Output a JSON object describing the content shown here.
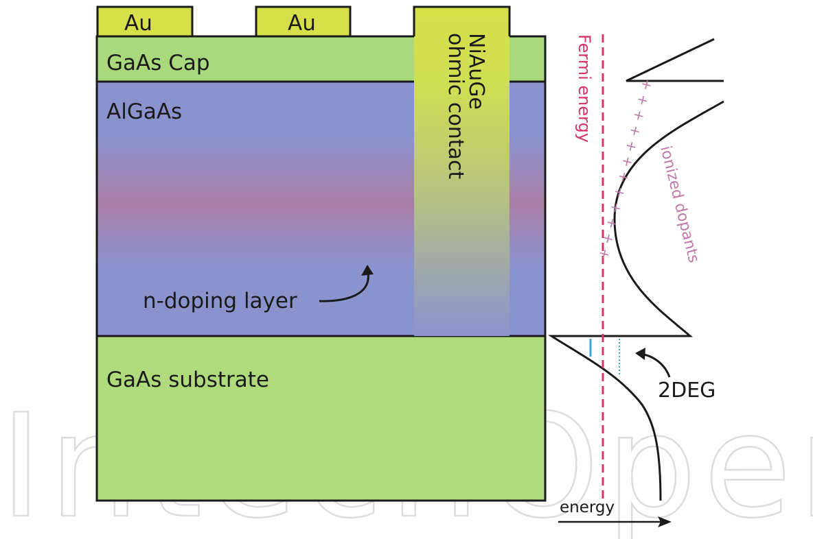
{
  "layers": {
    "gate_left": "Au",
    "gate_right": "Au",
    "cap": "GaAs Cap",
    "barrier": "AlGaAs",
    "substrate": "GaAs substrate",
    "contact_line1": "NiAuGe",
    "contact_line2": "ohmic contact",
    "doping_layer": "n-doping layer"
  },
  "band_diagram": {
    "fermi_label": "Fermi energy",
    "dopants_label": "ionized dopants",
    "dopant_marks": "+ + + + + + + + + + + +",
    "twodeg_label": "2DEG",
    "energy_axis_label": "energy"
  },
  "watermark": "IntechOpen",
  "colors": {
    "gold": "#d7e04a",
    "cap_green": "#a9d97c",
    "substrate_green": "#afdb7d",
    "algaas_blue": "#8b93cf",
    "doping_mauve": "#a97ea6",
    "fermi": "#d8336a",
    "dopants": "#c07aaa",
    "twodeg_line": "#3aa6d8"
  }
}
